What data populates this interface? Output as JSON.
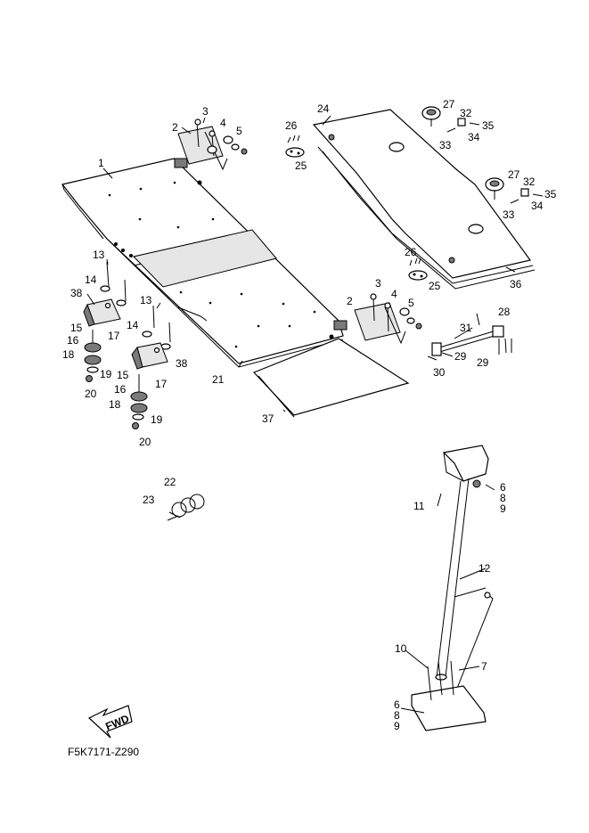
{
  "diagram_code": "F5K7171-Z290",
  "fwd_label": "FWD",
  "callouts": [
    {
      "id": "c1",
      "text": "1"
    },
    {
      "id": "c2a",
      "text": "2"
    },
    {
      "id": "c3a",
      "text": "3"
    },
    {
      "id": "c4a",
      "text": "4"
    },
    {
      "id": "c5a",
      "text": "5"
    },
    {
      "id": "c26a",
      "text": "26"
    },
    {
      "id": "c25a",
      "text": "25"
    },
    {
      "id": "c24",
      "text": "24"
    },
    {
      "id": "c27a",
      "text": "27"
    },
    {
      "id": "c32a",
      "text": "32"
    },
    {
      "id": "c35a",
      "text": "35"
    },
    {
      "id": "c33a",
      "text": "33"
    },
    {
      "id": "c34a",
      "text": "34"
    },
    {
      "id": "c27b",
      "text": "27"
    },
    {
      "id": "c32b",
      "text": "32"
    },
    {
      "id": "c35b",
      "text": "35"
    },
    {
      "id": "c33b",
      "text": "33"
    },
    {
      "id": "c34b",
      "text": "34"
    },
    {
      "id": "c26b",
      "text": "26"
    },
    {
      "id": "c25b",
      "text": "25"
    },
    {
      "id": "c36",
      "text": "36"
    },
    {
      "id": "c13a",
      "text": "13"
    },
    {
      "id": "c14a",
      "text": "14"
    },
    {
      "id": "c38a",
      "text": "38"
    },
    {
      "id": "c15a",
      "text": "15"
    },
    {
      "id": "c17a",
      "text": "17"
    },
    {
      "id": "c16a",
      "text": "16"
    },
    {
      "id": "c18a",
      "text": "18"
    },
    {
      "id": "c19a",
      "text": "19"
    },
    {
      "id": "c20a",
      "text": "20"
    },
    {
      "id": "c13b",
      "text": "13"
    },
    {
      "id": "c14b",
      "text": "14"
    },
    {
      "id": "c38b",
      "text": "38"
    },
    {
      "id": "c15b",
      "text": "15"
    },
    {
      "id": "c17b",
      "text": "17"
    },
    {
      "id": "c16b",
      "text": "16"
    },
    {
      "id": "c18b",
      "text": "18"
    },
    {
      "id": "c19b",
      "text": "19"
    },
    {
      "id": "c20b",
      "text": "20"
    },
    {
      "id": "c2b",
      "text": "2"
    },
    {
      "id": "c3b",
      "text": "3"
    },
    {
      "id": "c4b",
      "text": "4"
    },
    {
      "id": "c5b",
      "text": "5"
    },
    {
      "id": "c28",
      "text": "28"
    },
    {
      "id": "c31",
      "text": "31"
    },
    {
      "id": "c29a",
      "text": "29"
    },
    {
      "id": "c29b",
      "text": "29"
    },
    {
      "id": "c30",
      "text": "30"
    },
    {
      "id": "c21",
      "text": "21"
    },
    {
      "id": "c37",
      "text": "37"
    },
    {
      "id": "c22",
      "text": "22"
    },
    {
      "id": "c23",
      "text": "23"
    },
    {
      "id": "c6a",
      "text": "6"
    },
    {
      "id": "c8a",
      "text": "8"
    },
    {
      "id": "c9a",
      "text": "9"
    },
    {
      "id": "c11",
      "text": "11"
    },
    {
      "id": "c12",
      "text": "12"
    },
    {
      "id": "c10",
      "text": "10"
    },
    {
      "id": "c7",
      "text": "7"
    },
    {
      "id": "c6b",
      "text": "6"
    },
    {
      "id": "c8b",
      "text": "8"
    },
    {
      "id": "c9b",
      "text": "9"
    }
  ]
}
